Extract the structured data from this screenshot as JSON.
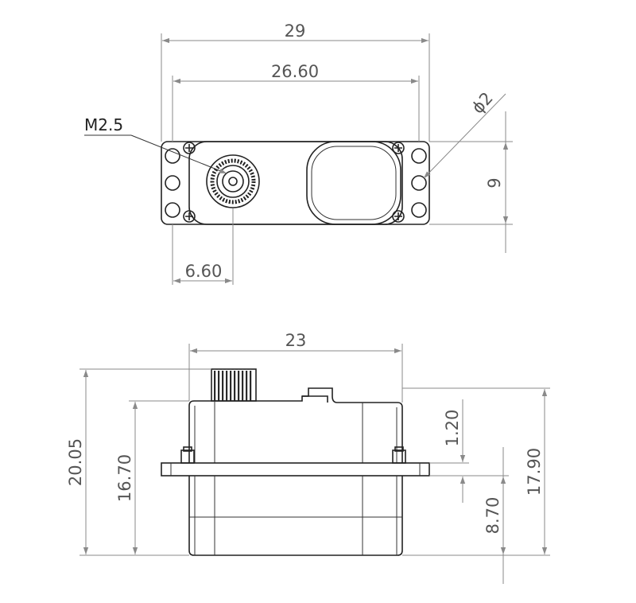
{
  "top_view": {
    "labels": {
      "width_overall": "29",
      "hole_spacing": "26.60",
      "hole_diameter": "ϕ2",
      "height": "9",
      "screw": "M2.5",
      "shaft_offset": "6.60"
    }
  },
  "side_view": {
    "labels": {
      "width": "23",
      "total_height": "20.05",
      "body_height": "16.70",
      "flange_thickness": "1.20",
      "flange_to_bottom": "8.70",
      "height_right": "17.90"
    }
  }
}
